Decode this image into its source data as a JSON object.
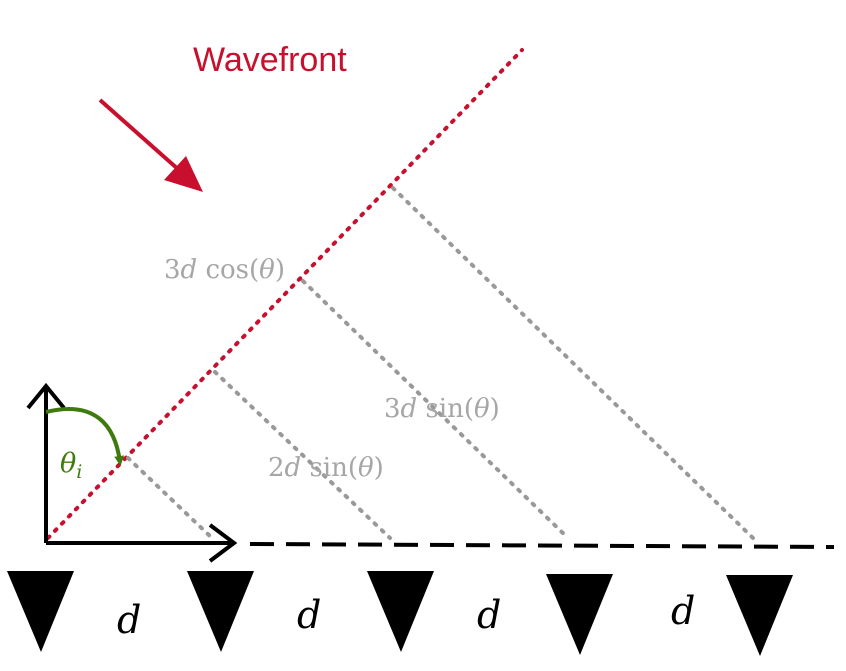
{
  "diagram": {
    "wavefront_label": "Wavefront",
    "theta_label": "θ",
    "theta_subscript": "i",
    "label_3d_cos": {
      "coef": "3",
      "var": "d",
      "func": " cos(",
      "arg": "θ",
      "close": ")"
    },
    "label_3d_sin": {
      "coef": "3",
      "var": "d",
      "func": " sin(",
      "arg": "θ",
      "close": ")"
    },
    "label_2d_sin": {
      "coef": "2",
      "var": "d",
      "func": " sin(",
      "arg": "θ",
      "close": ")"
    },
    "spacing_labels": [
      "d",
      "d",
      "d",
      "d"
    ],
    "colors": {
      "wavefront": "#c8102e",
      "angle": "#3f7a0e",
      "projection": "#999999",
      "axis": "#000000"
    }
  }
}
